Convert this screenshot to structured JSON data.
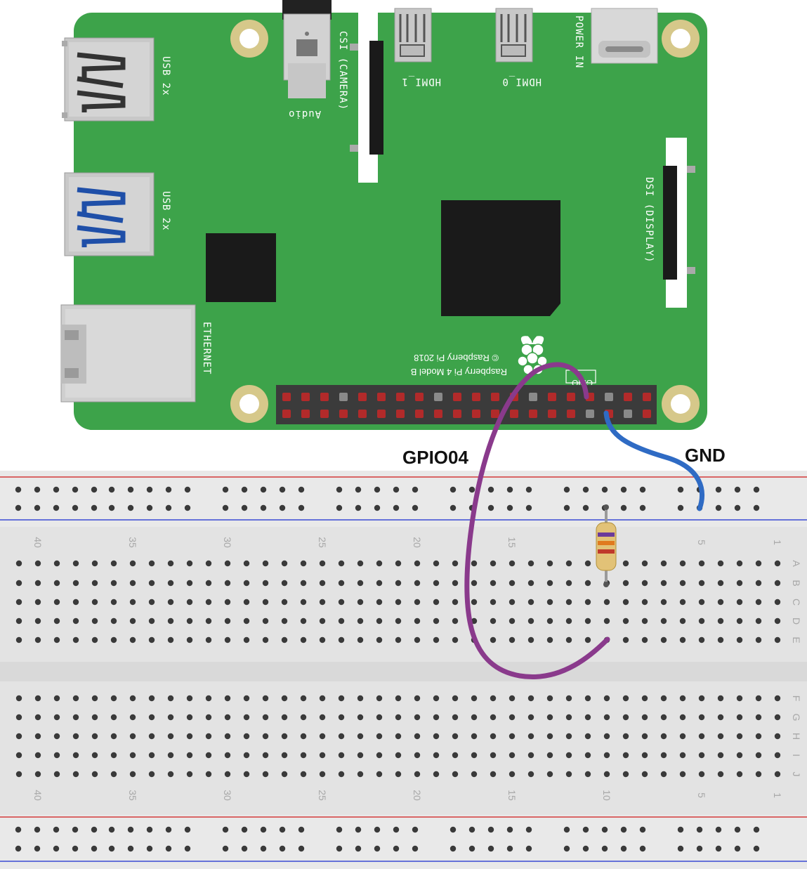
{
  "board": {
    "model": "Raspberry Pi 4 Model B",
    "copyright": "© Raspberry Pi 2018",
    "ports": {
      "usb_top": "USB 2x",
      "usb_bottom": "USB 2x",
      "ethernet": "ETHERNET",
      "audio": "Audio",
      "camera": "CSI (CAMERA)",
      "hdmi1": "HDMI_1",
      "hdmi0": "HDMI_0",
      "power": "POWER IN",
      "display": "DSI (DISPLAY)",
      "gpio": "GPIO"
    },
    "colors": {
      "pcb": "#3da34a",
      "pin_red": "#b22a2a",
      "pin_gray": "#8a8a8a",
      "header": "#3b3b3b"
    }
  },
  "wires": {
    "gpio_label": "GPIO04",
    "gnd_label": "GND",
    "gpio_color": "#8a3a8c",
    "gnd_color": "#2f6bc4"
  },
  "breadboard": {
    "column_numbers": [
      "40",
      "35",
      "30",
      "25",
      "20",
      "15",
      "10",
      "5",
      "1"
    ],
    "rows_top": [
      "A",
      "B",
      "C",
      "D",
      "E"
    ],
    "rows_bottom": [
      "F",
      "G",
      "H",
      "I",
      "J"
    ],
    "colors": {
      "body": "#e4e4e4",
      "rail_red": "#d43a3a",
      "rail_blue": "#3a4ad4",
      "hole": "#3a3a3a"
    }
  },
  "components": {
    "resistor": {
      "bands": [
        "#6b3b9a",
        "#e07a1f",
        "#c0392b"
      ]
    }
  }
}
